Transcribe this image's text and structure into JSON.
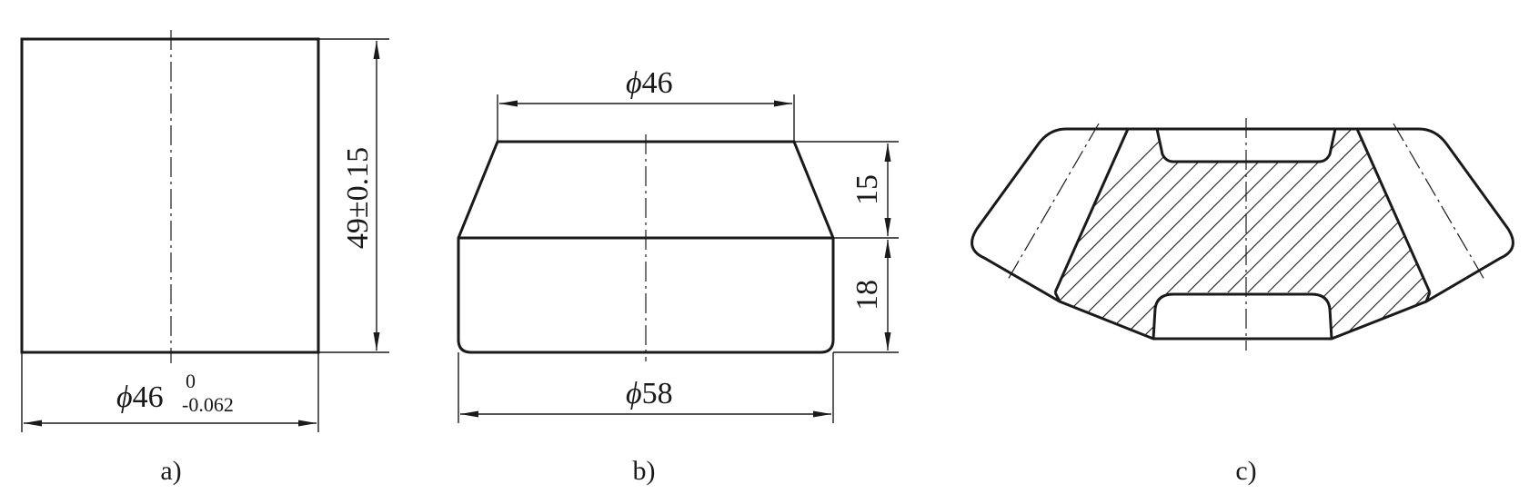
{
  "views": {
    "a": {
      "caption": "a)",
      "diameter_symbol": "ϕ",
      "diameter_value": "46",
      "tolerance_upper": "0",
      "tolerance_lower": "-0.062",
      "height_label": "49±0.15"
    },
    "b": {
      "caption": "b)",
      "diameter_symbol": "ϕ",
      "top_diameter": "46",
      "bottom_diameter": "58",
      "upper_height": "15",
      "lower_height": "18"
    },
    "c": {
      "caption": "c)"
    }
  },
  "colors": {
    "line": "#1a1a1a",
    "background": "#ffffff"
  }
}
